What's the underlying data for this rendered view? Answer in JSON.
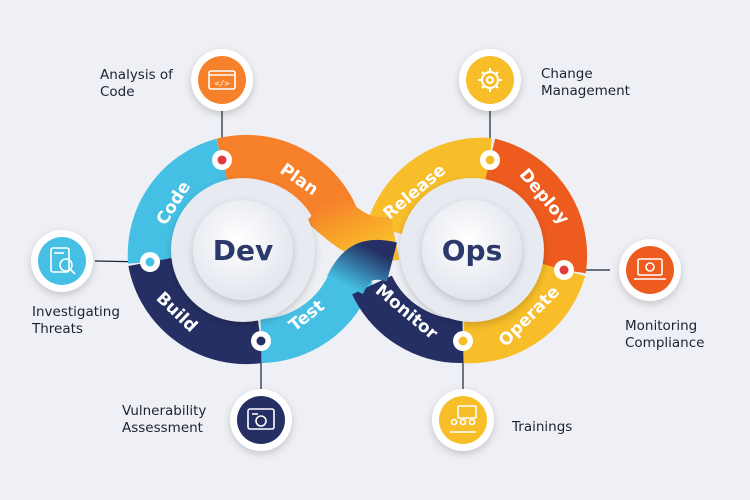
{
  "hubs": {
    "dev": "Dev",
    "ops": "Ops"
  },
  "segments": {
    "code": "Code",
    "plan": "Plan",
    "build": "Build",
    "test": "Test",
    "release": "Release",
    "deploy": "Deploy",
    "monitor": "Monitor",
    "operate": "Operate"
  },
  "callouts": {
    "analysis": [
      "Analysis of",
      "Code"
    ],
    "investigating": [
      "Investigating",
      "Threats"
    ],
    "vulnerability": [
      "Vulnerability",
      "Assessment"
    ],
    "change": [
      "Change",
      "Management"
    ],
    "monitoring": [
      "Monitoring",
      "Compliance"
    ],
    "trainings": [
      "Trainings"
    ]
  },
  "icons": {
    "analysis": "code-icon",
    "investigating": "document-search-icon",
    "vulnerability": "security-scan-icon",
    "change": "gear-icon",
    "monitoring": "laptop-gear-icon",
    "trainings": "training-icon"
  },
  "colors": {
    "orange": "#f7802a",
    "orange_dark": "#ee5b1e",
    "yellow": "#f8be2a",
    "blue_light": "#45c0e4",
    "navy": "#252f63",
    "red_dot": "#e23b3f"
  }
}
